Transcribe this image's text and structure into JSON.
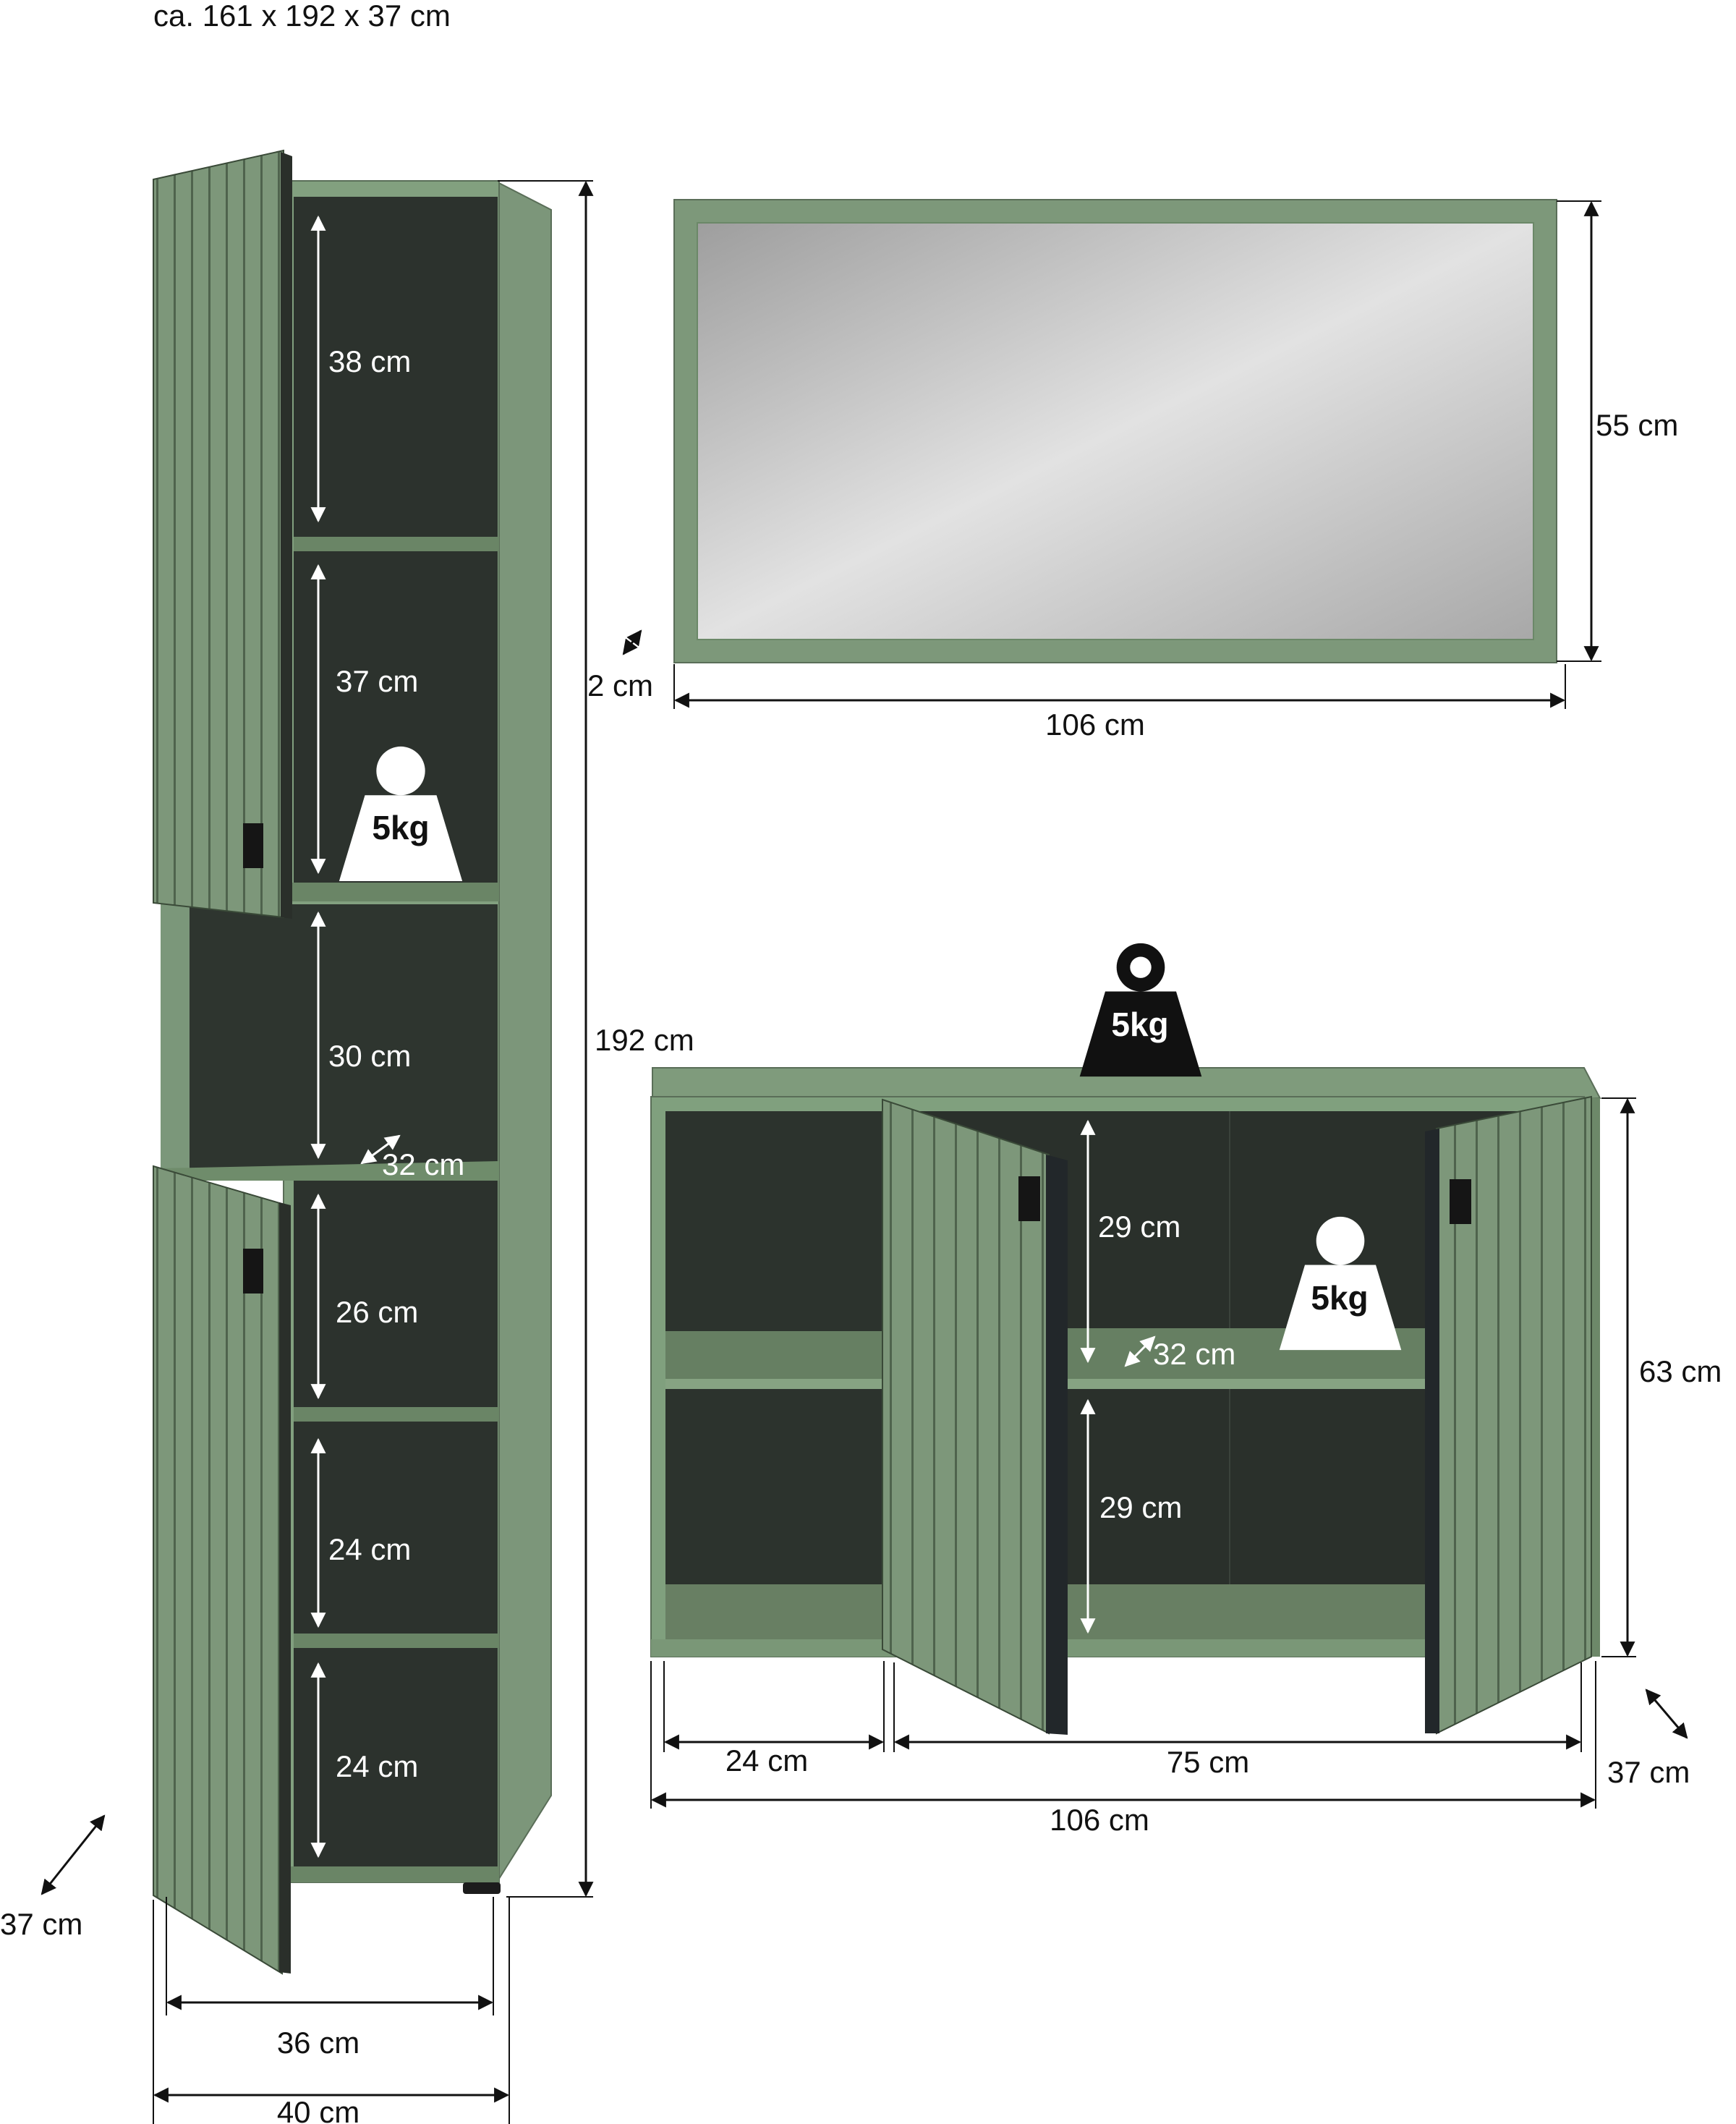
{
  "header": {
    "overall_size": "ca. 161 x 192 x 37 cm"
  },
  "colors": {
    "body_green": "#7f9a7c",
    "door_green": "#7d977a",
    "interior_dark": "#2c322d",
    "interior_shelf": "#65805f",
    "mirror_glass": "#c8c8c8",
    "dimension_line": "#111111",
    "handle_black": "#151515"
  },
  "icons": {
    "weight": "weight-icon",
    "dim_arrow": "double-arrow-icon"
  },
  "tall_cabinet": {
    "dims": {
      "height": "192 cm",
      "depth": "37 cm",
      "inner_width": "36 cm",
      "outer_width": "40 cm",
      "shelf_depth": "32 cm"
    },
    "compartments": [
      "38 cm",
      "37 cm",
      "30 cm",
      "26 cm",
      "24 cm",
      "24 cm"
    ],
    "weight_label": "5kg"
  },
  "mirror": {
    "dims": {
      "height": "55 cm",
      "width": "106 cm",
      "depth": "2 cm"
    }
  },
  "sideboard": {
    "dims": {
      "height": "63 cm",
      "depth": "37 cm",
      "total_width": "106 cm",
      "left_width": "24 cm",
      "right_width": "75 cm",
      "shelf_depth": "32 cm"
    },
    "compartments": [
      "29 cm",
      "29 cm"
    ],
    "top_weight_label": "5kg",
    "inner_weight_label": "5kg"
  }
}
